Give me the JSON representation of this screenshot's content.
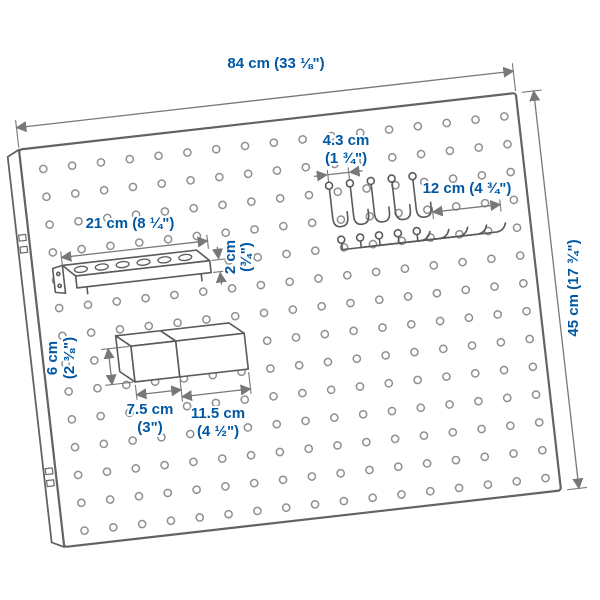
{
  "diagram": {
    "subject": "pegboard-with-accessories-dimension-diagram",
    "colors": {
      "dimension_text": "#0058a3",
      "outline": "#636363",
      "dimension_line": "#787878",
      "hole_dot": "#8f8f8f",
      "background": "#ffffff"
    },
    "dimensions": {
      "board_width": {
        "label": "84 cm (33 ⅛\")"
      },
      "board_height": {
        "label": "45 cm (17 ¾\")"
      },
      "holder_width": {
        "label": "21 cm (8 ¼\")"
      },
      "holder_depth": {
        "line1": "2 cm",
        "line2": "(¾\")"
      },
      "hook_small_width": {
        "line1": "4.3 cm",
        "line2": "(1 ¾\")"
      },
      "hook_long_length": {
        "label": "12 cm (4 ¾\")"
      },
      "container_height": {
        "line1": "6 cm",
        "line2": "(2 ⅜\")"
      },
      "container_depth": {
        "line1": "7.5 cm",
        "line2": "(3\")"
      },
      "container_width": {
        "line1": "11.5 cm",
        "line2": "(4 ½\")"
      }
    }
  }
}
